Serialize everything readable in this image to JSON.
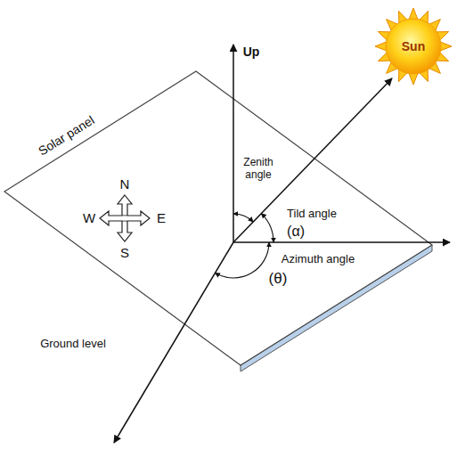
{
  "diagram": {
    "nodes": [
      {
        "text": [
          "Sun"
        ]
      }
    ],
    "labels": [
      "Solar panel",
      "N",
      "W",
      "E",
      "S",
      "Up",
      "Zenith angle",
      "Tild angle",
      "(α)",
      "Azimuth angle",
      "(θ)",
      "Ground level"
    ]
  }
}
